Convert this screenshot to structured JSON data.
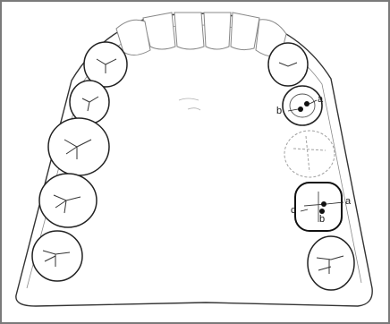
{
  "diagram": {
    "type": "maxillary dental arch (occlusal view)",
    "colors": {
      "outline": "#2b2b2b",
      "faint": "#9a9a9a",
      "paper": "#ffffff",
      "marker": "#111111"
    },
    "labels": {
      "upper_premolar_a": "a",
      "upper_premolar_b": "b",
      "lower_molar_a": "a",
      "lower_molar_b": "b",
      "lower_molar_c": "c"
    }
  }
}
